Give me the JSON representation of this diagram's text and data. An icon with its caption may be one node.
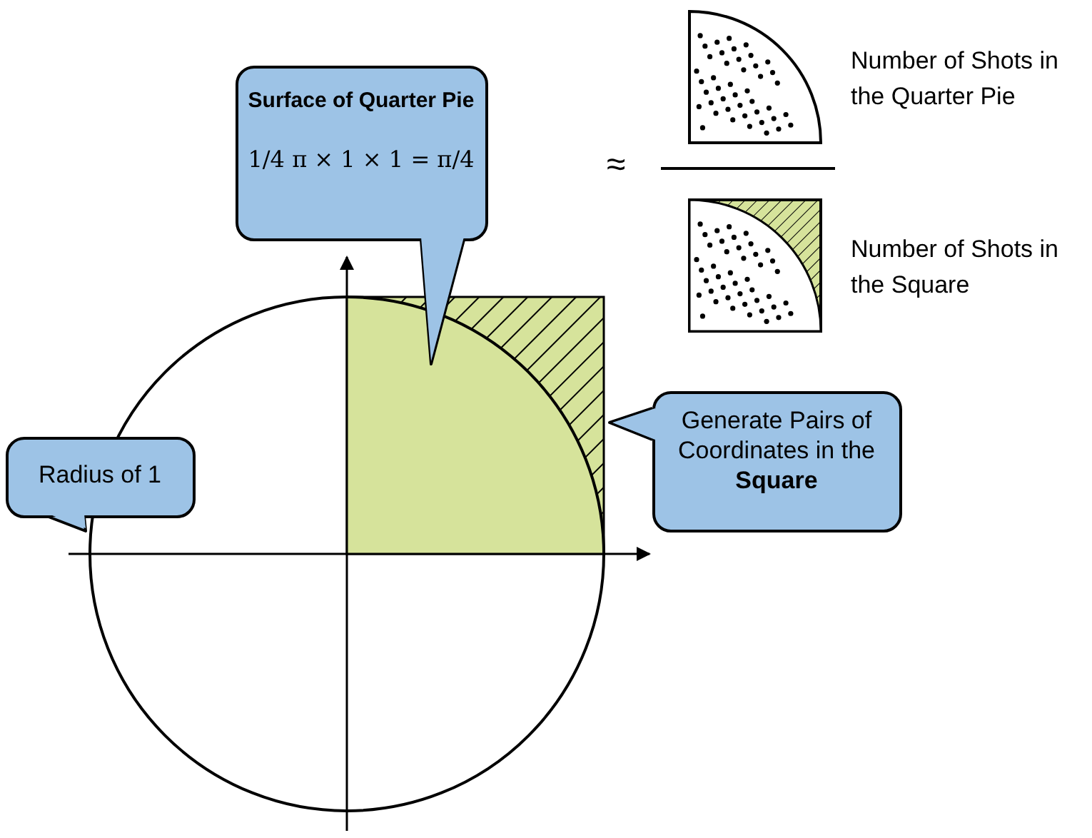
{
  "diagram": {
    "nodes": [
      {
        "text": [
          "Surface of Quarter Pie",
          "1/4 π × 1 × 1 = π/4"
        ]
      },
      {
        "text": [
          "Radius of 1"
        ]
      },
      {
        "text": [
          "Generate Pairs of Coordinates in the **Square**"
        ]
      }
    ],
    "labels": [
      "≈",
      "Number of Shots in the Quarter Pie",
      "Number of Shots in the Square"
    ]
  }
}
